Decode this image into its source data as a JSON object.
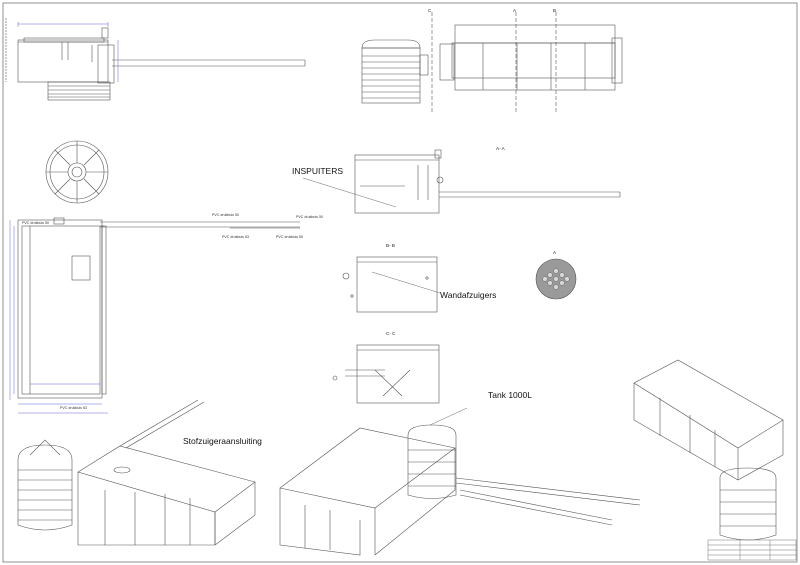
{
  "labels": {
    "inspuiters": "INSPUITERS",
    "wandafzuigers": "Wandafzuigers",
    "stofzuiger": "Stofzuigeraansluiting",
    "tank": "Tank 1000L"
  },
  "sections": {
    "aa": "A- A",
    "bb": "B- B",
    "cc": "C- C",
    "a_detail": "A",
    "cut_a": "A",
    "cut_b": "B",
    "cut_c": "C"
  },
  "pipe_labels": {
    "pvc50_a": "PVC drukbuis 50",
    "pvc50_b": "PVC drukbuis 50",
    "pvc63_a": "PVC drukbuis 63",
    "pvc50_c": "PVC drukbuis 50",
    "pvc63_b": "PVC drukbuis 63",
    "pvc50_d": "PVC drukbuis 50"
  },
  "colors": {
    "line": "#555555",
    "dim": "#3b3bd6",
    "nozzle_disc": "#9a9a9a"
  }
}
